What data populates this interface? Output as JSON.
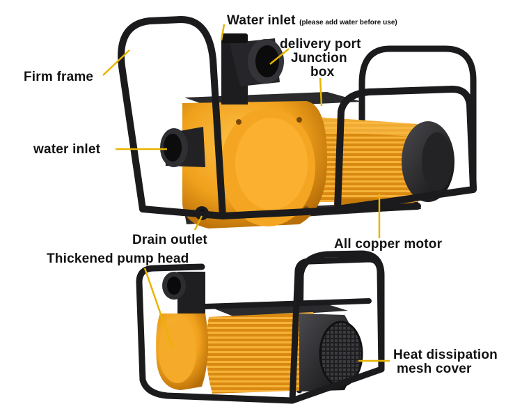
{
  "labels": {
    "water_inlet_top": "Water inlet",
    "water_inlet_top_note": "(please add water before use)",
    "delivery_port": "delivery port",
    "junction_box_1": "Junction",
    "junction_box_2": "box",
    "firm_frame": "Firm frame",
    "water_inlet_side": "water inlet",
    "drain_outlet": "Drain outlet",
    "copper_motor": "All copper motor",
    "pump_head": "Thickened pump head",
    "heat_1": "Heat dissipation",
    "heat_2": "mesh cover"
  },
  "colors": {
    "orange": "#f0a11c",
    "orange_dark": "#c97d0c",
    "frame": "#1b1b1d",
    "motor": "#2a2a2c",
    "leader": "#e8b400"
  }
}
